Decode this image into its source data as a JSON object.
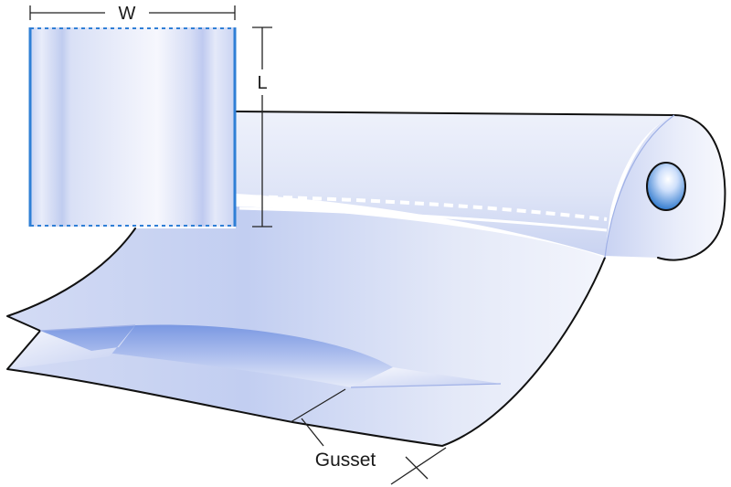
{
  "labels": {
    "width": "W",
    "length": "L",
    "gusset": "Gusset"
  },
  "colors": {
    "outline": "#111111",
    "film_light": "#f4f6fc",
    "film_mid": "#dde3f6",
    "film_shadow": "#a9b8ea",
    "film_deep": "#6f8fe0",
    "edge_blue": "#2f7fd6",
    "core_blue": "#1f6fc9"
  },
  "icons": {
    "roll": "plastic-film-roll",
    "bag": "gusseted-bag-sample"
  }
}
